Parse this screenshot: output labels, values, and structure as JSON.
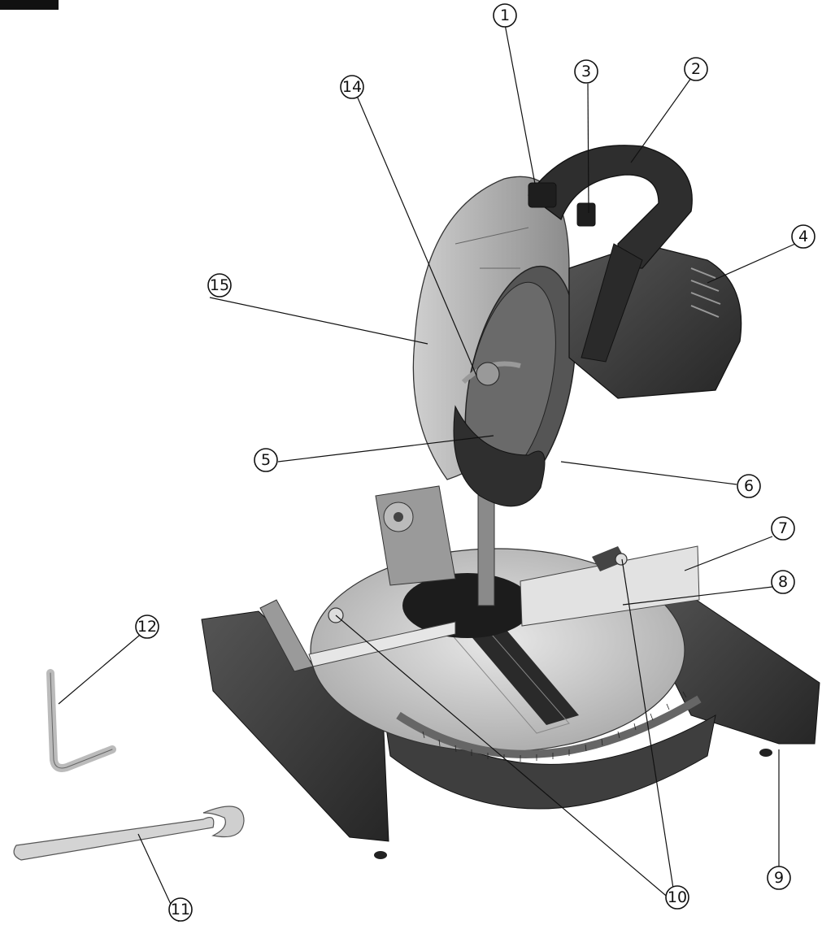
{
  "callouts": [
    {
      "id": "1",
      "label": "1"
    },
    {
      "id": "2",
      "label": "2"
    },
    {
      "id": "3",
      "label": "3"
    },
    {
      "id": "4",
      "label": "4"
    },
    {
      "id": "5",
      "label": "5"
    },
    {
      "id": "6",
      "label": "6"
    },
    {
      "id": "7",
      "label": "7"
    },
    {
      "id": "8",
      "label": "8"
    },
    {
      "id": "9",
      "label": "9"
    },
    {
      "id": "10",
      "label": "10"
    },
    {
      "id": "11",
      "label": "11"
    },
    {
      "id": "12",
      "label": "12"
    },
    {
      "id": "14",
      "label": "14"
    },
    {
      "id": "15",
      "label": "15"
    }
  ],
  "colors": {
    "housing_dark": "#3a3a3a",
    "housing_mid": "#5a5a5a",
    "guard_light": "#b8b8b8",
    "metal_light": "#d8d8d8",
    "line": "#111111"
  }
}
